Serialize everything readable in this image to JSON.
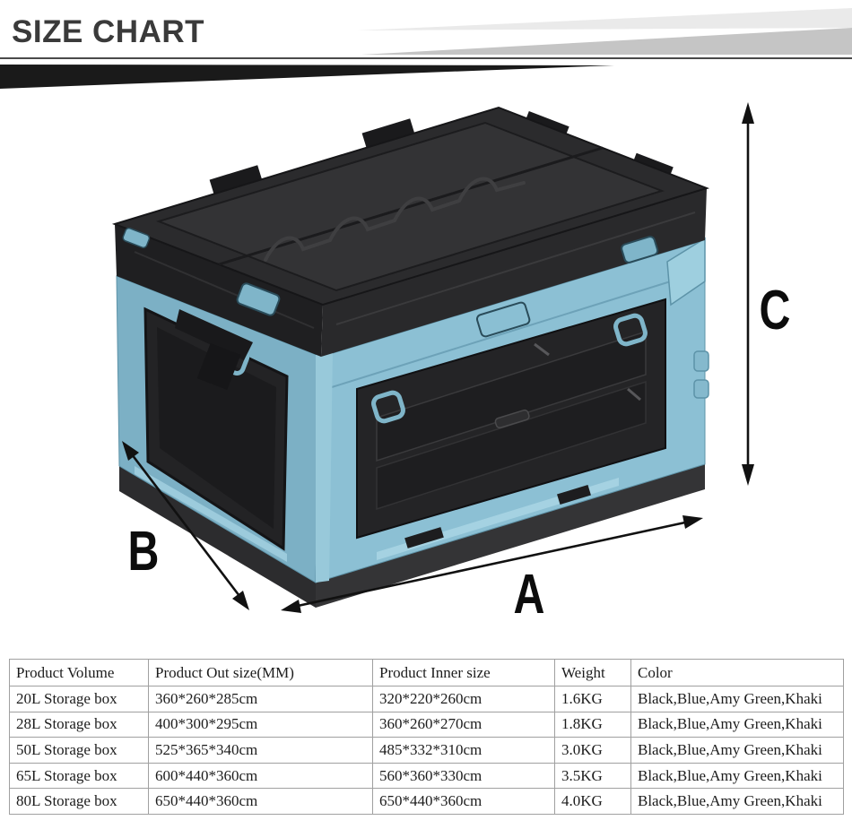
{
  "header": {
    "title": "SIZE CHART"
  },
  "diagram": {
    "label_a": "A",
    "label_b": "B",
    "label_c": "C",
    "colors": {
      "body_blue": "#8cc0d4",
      "shaded_blue": "#7cb0c5",
      "latch_blue": "#7fb5c9",
      "lid_black": "#2b2b2d",
      "panel_dark": "#242426",
      "base_dark": "#313133",
      "arrow_black": "#111111"
    }
  },
  "table": {
    "columns": [
      "Product Volume",
      "Product Out size(MM)",
      "Product Inner size",
      "Weight",
      "Color"
    ],
    "rows": [
      [
        "20L Storage box",
        "360*260*285cm",
        "320*220*260cm",
        "1.6KG",
        "Black,Blue,Amy Green,Khaki"
      ],
      [
        "28L Storage box",
        "400*300*295cm",
        "360*260*270cm",
        "1.8KG",
        "Black,Blue,Amy Green,Khaki"
      ],
      [
        "50L Storage box",
        "525*365*340cm",
        "485*332*310cm",
        "3.0KG",
        "Black,Blue,Amy Green,Khaki"
      ],
      [
        "65L Storage box",
        "600*440*360cm",
        "560*360*330cm",
        "3.5KG",
        "Black,Blue,Amy Green,Khaki"
      ],
      [
        "80L Storage box",
        "650*440*360cm",
        "650*440*360cm",
        "4.0KG",
        "Black,Blue,Amy Green,Khaki"
      ]
    ]
  }
}
